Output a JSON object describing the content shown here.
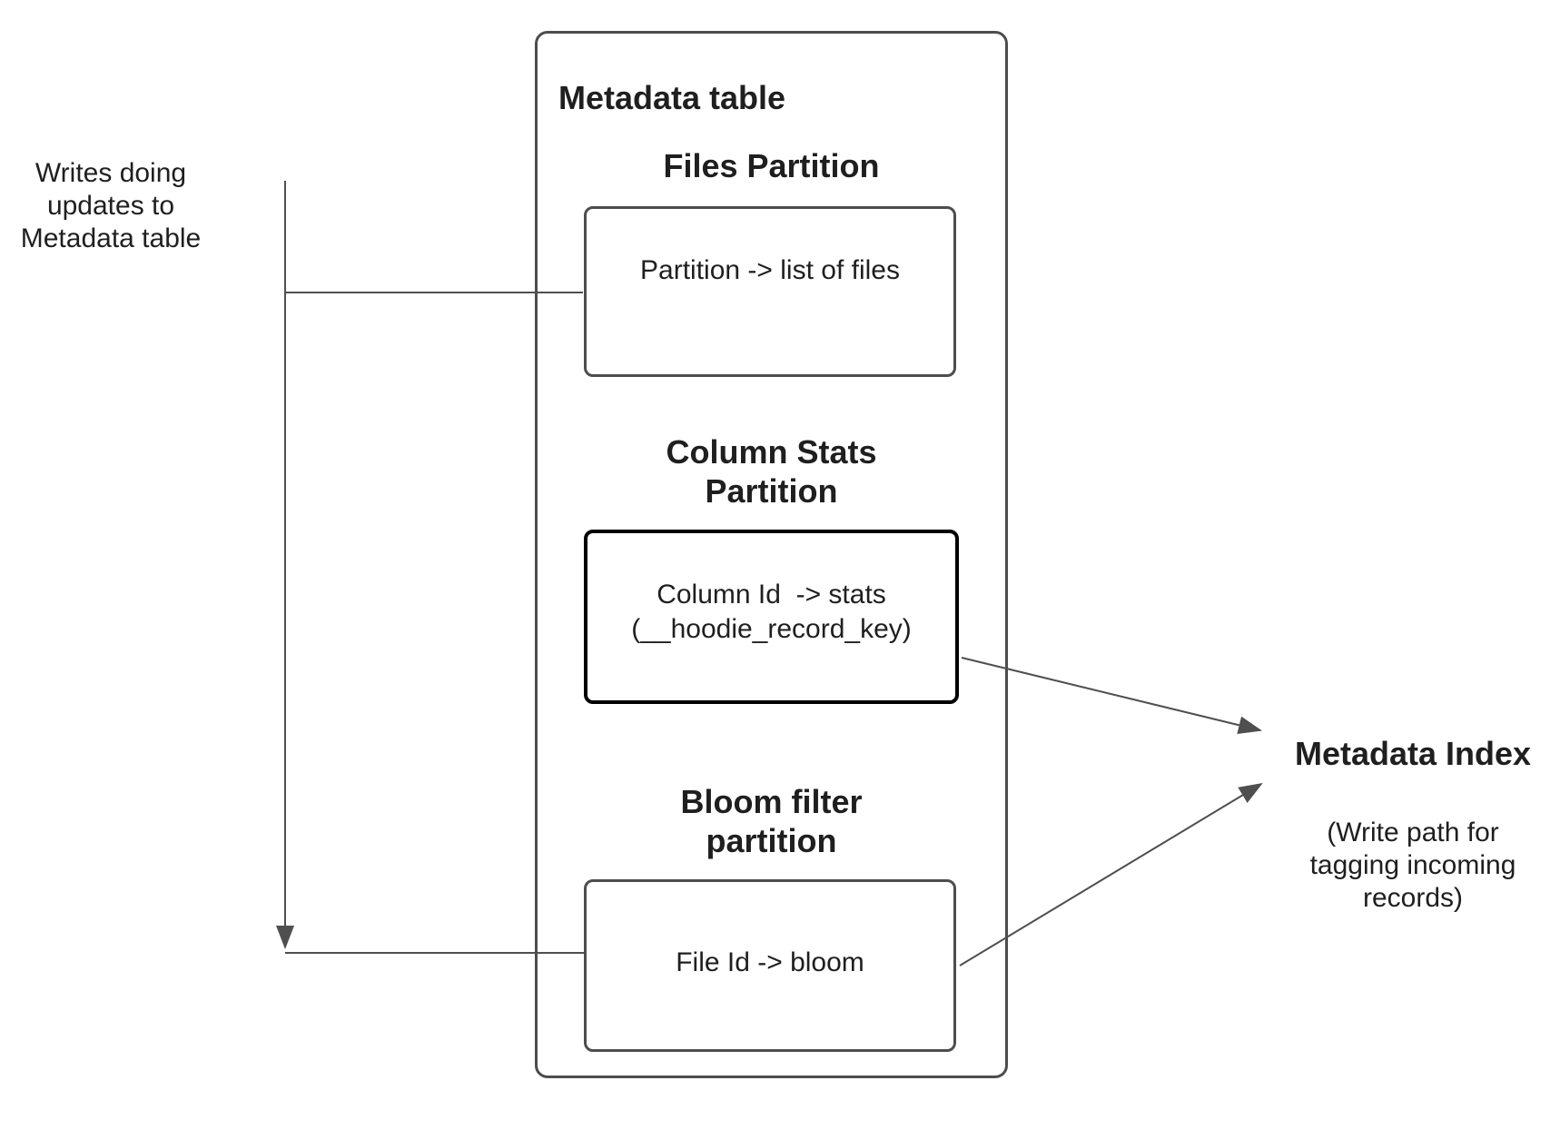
{
  "note": {
    "line1": "Writes doing",
    "line2": "updates to",
    "line3": "Metadata table"
  },
  "metadata_table": {
    "title": "Metadata table"
  },
  "files": {
    "heading": "Files Partition",
    "body": "Partition -> list of files"
  },
  "column_stats": {
    "heading1": "Column Stats",
    "heading2": "Partition",
    "body1": "Column Id  -> stats",
    "body2": "(__hoodie_record_key)"
  },
  "bloom": {
    "heading1": "Bloom filter",
    "heading2": "partition",
    "body": "File Id -> bloom"
  },
  "index": {
    "title": "Metadata Index",
    "sub1": "(Write path for",
    "sub2": "tagging incoming",
    "sub3": "records)"
  },
  "colors": {
    "background": "#ffffff",
    "box_border": "#4d4d4d",
    "highlight_box_border": "#000000",
    "connector": "#4f4f4f",
    "text": "#1f1f1f"
  }
}
